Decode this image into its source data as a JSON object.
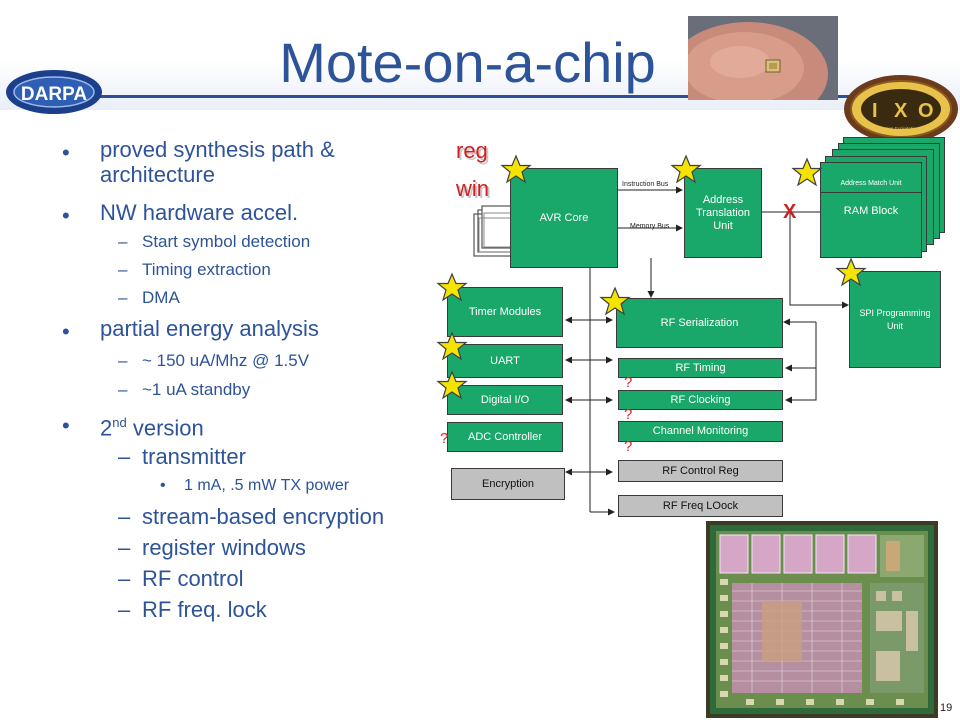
{
  "slide": {
    "title": "Mote-on-a-chip",
    "page_number": "19",
    "logo_text": "DARPA",
    "ixo_logo_text": "Information Exploitation Office"
  },
  "bullets": {
    "b1": "proved synthesis path & architecture",
    "b2": "NW hardware accel.",
    "b2_sub": [
      "Start symbol detection",
      "Timing extraction",
      "DMA"
    ],
    "b3": "partial energy analysis",
    "b3_sub": [
      "~ 150 uA/Mhz @ 1.5V",
      "~1 uA standby"
    ],
    "b4_main": "2",
    "b4_sup": "nd",
    "b4_rest": " version",
    "b4_sub": [
      "transmitter",
      "stream-based encryption",
      "register windows",
      "RF control",
      "RF freq. lock"
    ],
    "b4_subsub": "1 mA, .5 mW TX power"
  },
  "diagram": {
    "reg": "reg",
    "win": "win",
    "avr_core": "AVR Core",
    "instruction_bus": "Instruction Bus",
    "memory_bus": "Memory Bus",
    "address_translation": "Address Translation Unit",
    "address_match": "Address Match Unit",
    "ram_block": "RAM Block",
    "x_mark": "X",
    "spi": "SPI Programming Unit",
    "timer": "Timer Modules",
    "uart": "UART",
    "digital_io": "Digital I/O",
    "adc": "ADC Controller",
    "encryption": "Encryption",
    "rf_serialization": "RF Serialization",
    "rf_timing": "RF Timing",
    "rf_clocking": "RF Clocking",
    "channel_monitoring": "Channel Monitoring",
    "rf_control_reg": "RF Control Reg",
    "rf_freq_lock": "RF Freq LOock",
    "question": "?"
  },
  "colors": {
    "title_blue": "#2d5398",
    "block_green": "#1aa86a",
    "star_yellow": "#f5e400",
    "alert_red": "#e02020"
  }
}
